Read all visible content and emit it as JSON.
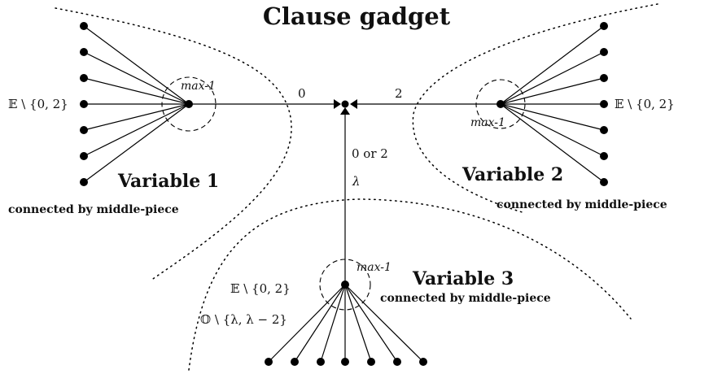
{
  "title": "Clause gadget",
  "colors": {
    "red": "#e8322d",
    "green": "#3a8a2e",
    "ink": "#000000"
  },
  "variables": [
    {
      "name": "Variable 1",
      "subtitle": "connected by middle-piece",
      "max_label": "max-1",
      "leaf_label": "𝔼 \\ {0, 2}",
      "edge_label": "0"
    },
    {
      "name": "Variable 2",
      "subtitle": "connected by middle-piece",
      "max_label": "max-1",
      "leaf_label": "𝔼 \\ {0, 2}",
      "edge_label": "2"
    },
    {
      "name": "Variable 3",
      "subtitle": "connected by middle-piece",
      "max_label": "max-1",
      "red_label": "𝔼 \\ {0, 2}",
      "green_label": "𝕆 \\ {λ, λ − 2}"
    }
  ],
  "center_edge": {
    "red_label": "0 or 2",
    "green_label": "λ"
  }
}
